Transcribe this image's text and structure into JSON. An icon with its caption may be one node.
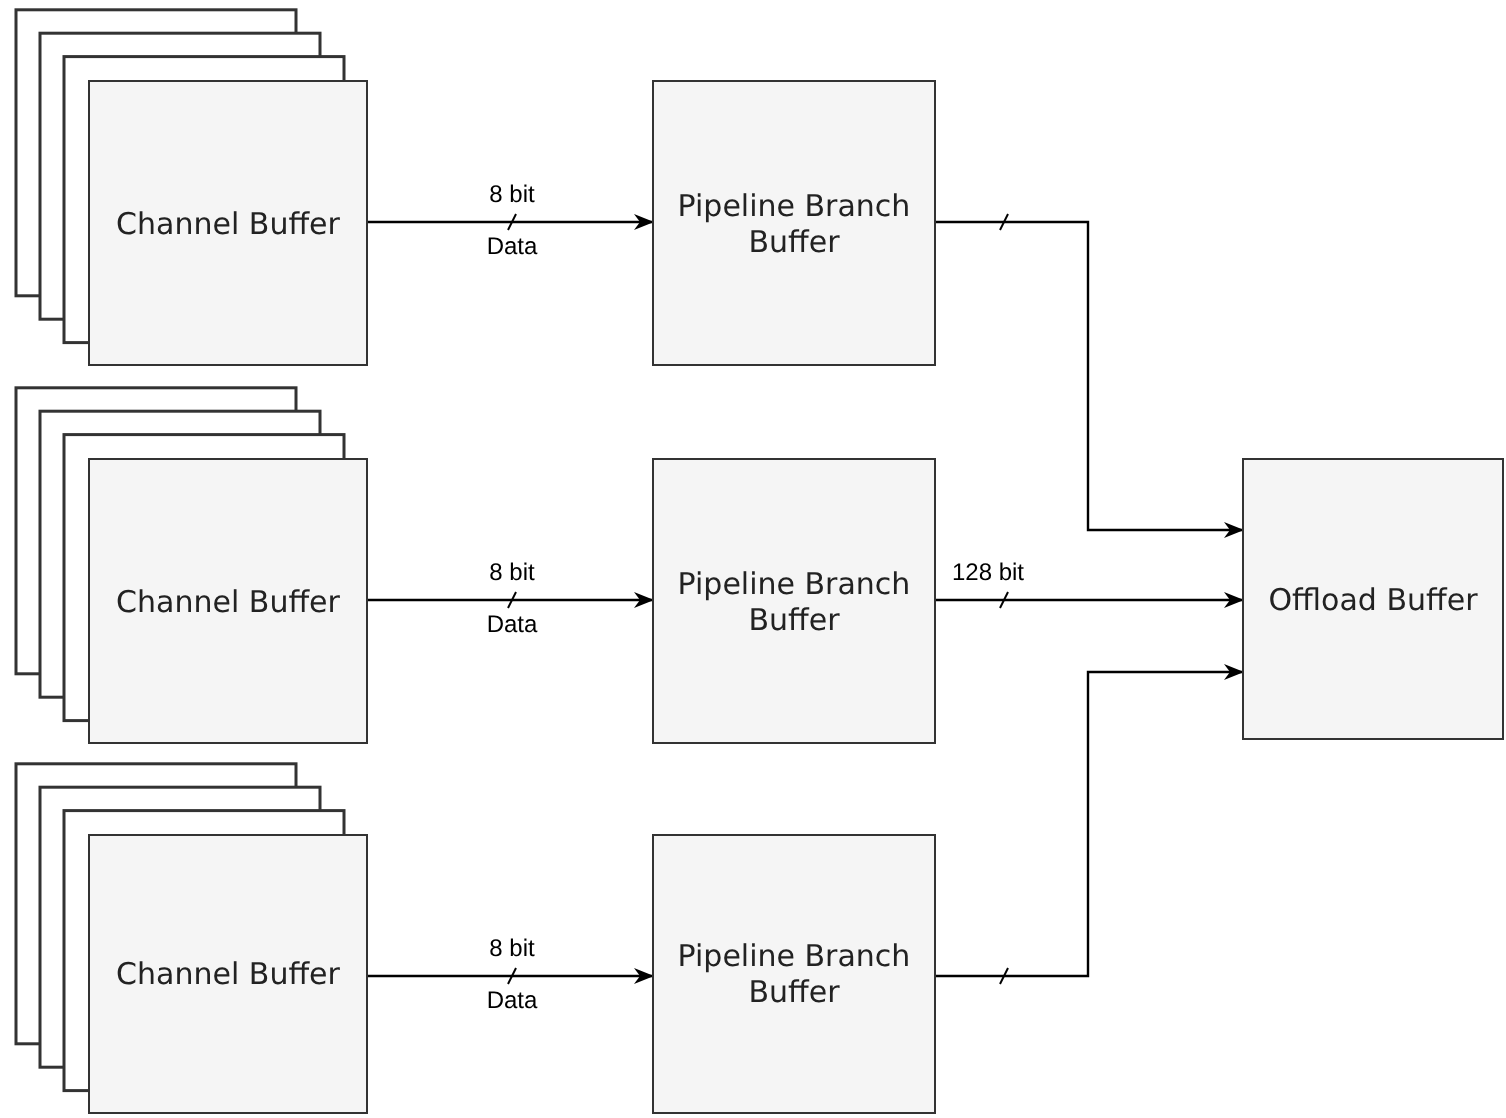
{
  "diagram": {
    "nodes": [
      {
        "text": [
          "Channel Buffer"
        ]
      },
      {
        "text": [
          "Channel Buffer"
        ]
      },
      {
        "text": [
          "Channel Buffer"
        ]
      },
      {
        "text": [
          "Pipeline Branch Buffer"
        ]
      },
      {
        "text": [
          "Pipeline Branch Buffer"
        ]
      },
      {
        "text": [
          "Pipeline Branch Buffer"
        ]
      },
      {
        "text": [
          "Offload Buffer"
        ]
      }
    ],
    "edges": [
      {
        "from": 0,
        "to": 3,
        "arrow": "to",
        "label": "8 bit"
      },
      {
        "from": 1,
        "to": 4,
        "arrow": "to",
        "label": "8 bit"
      },
      {
        "from": 2,
        "to": 5,
        "arrow": "to",
        "label": "8 bit"
      },
      {
        "from": 3,
        "to": 6,
        "arrow": "to"
      },
      {
        "from": 4,
        "to": 6,
        "arrow": "to",
        "label": "128 bit"
      },
      {
        "from": 5,
        "to": 6,
        "arrow": "to"
      }
    ],
    "labels": [
      "Data",
      "Data",
      "Data"
    ]
  }
}
